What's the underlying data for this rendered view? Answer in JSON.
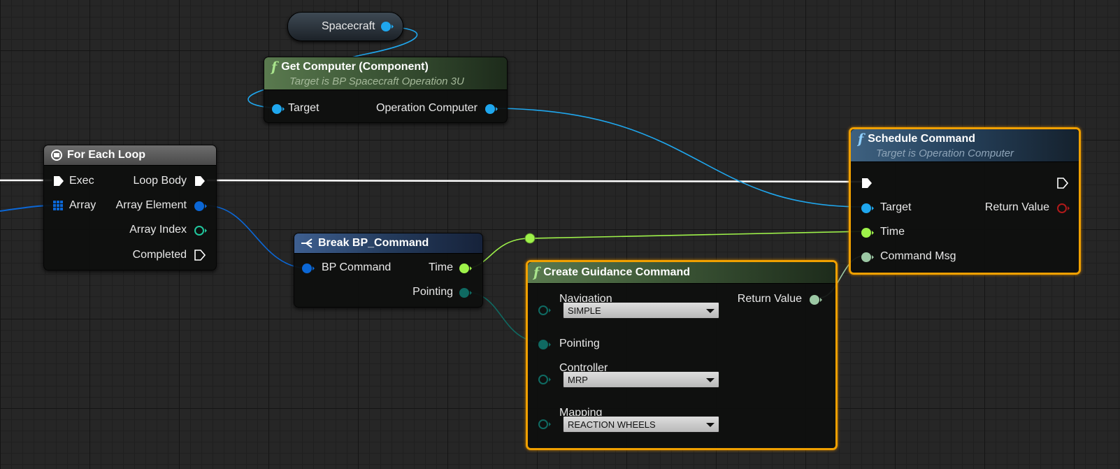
{
  "colors": {
    "object_pin": "#1fa7ee",
    "struct_pin": "#0b67d6",
    "float_pin": "#9ef24a",
    "int_pin": "#21c79e",
    "struct_teal": "#0f6a62",
    "command_pin": "#9cc8a4",
    "return_red": "#b01a1a",
    "exec_wire": "#ffffff",
    "selection": "#f0a000"
  },
  "variable_node": {
    "label": "Spacecraft",
    "pin_icon": "object-pin-icon"
  },
  "get_computer": {
    "title": "Get Computer (Component)",
    "subtitle": "Target is BP Spacecraft Operation 3U",
    "icon": "function-icon",
    "input": "Target",
    "output": "Operation Computer"
  },
  "for_each": {
    "title": "For Each Loop",
    "icon": "loop-macro-icon",
    "inputs": {
      "exec": "Exec",
      "array": "Array"
    },
    "outputs": {
      "loop_body": "Loop Body",
      "element": "Array Element",
      "index": "Array Index",
      "completed": "Completed"
    }
  },
  "break_cmd": {
    "title": "Break BP_Command",
    "icon": "break-struct-icon",
    "input": "BP Command",
    "outputs": {
      "time": "Time",
      "pointing": "Pointing"
    }
  },
  "guidance": {
    "title": "Create Guidance Command",
    "icon": "function-icon",
    "navigation": {
      "label": "Navigation",
      "value": "SIMPLE"
    },
    "pointing": {
      "label": "Pointing"
    },
    "controller": {
      "label": "Controller",
      "value": "MRP"
    },
    "mapping": {
      "label": "Mapping",
      "value": "REACTION WHEELS"
    },
    "output": "Return Value"
  },
  "schedule": {
    "title": "Schedule Command",
    "subtitle": "Target is Operation Computer",
    "icon": "function-icon",
    "inputs": {
      "target": "Target",
      "time": "Time",
      "command": "Command Msg"
    },
    "output": "Return Value"
  }
}
